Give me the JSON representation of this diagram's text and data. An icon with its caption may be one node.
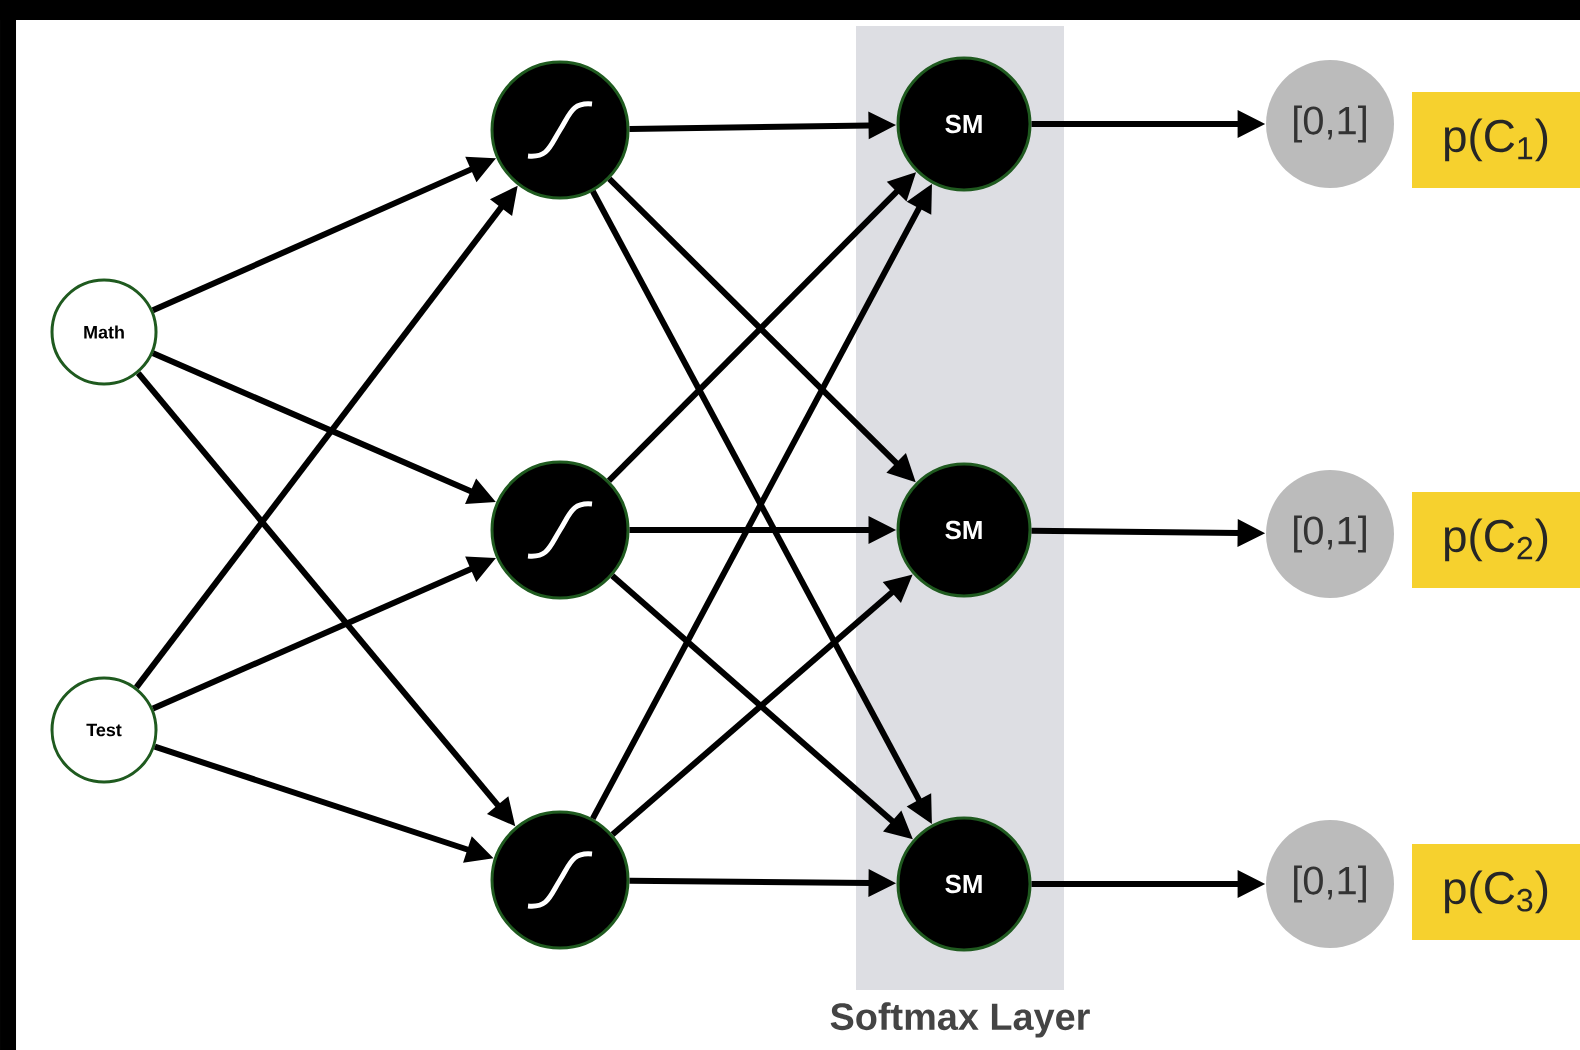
{
  "diagram": {
    "nodes": [
      {
        "text": [
          "Math"
        ]
      },
      {
        "text": [
          "Test"
        ]
      },
      {
        "text": [],
        "shape": "circle"
      },
      {
        "text": [],
        "shape": "circle"
      },
      {
        "text": [],
        "shape": "circle"
      },
      {
        "text": [
          "Softmax Layer"
        ]
      },
      {
        "text": [
          "SM"
        ],
        "in": 5
      },
      {
        "text": [
          "SM"
        ],
        "in": 5
      },
      {
        "text": [
          "SM"
        ],
        "in": 5
      },
      {
        "text": [
          "[0,1]"
        ]
      },
      {
        "text": [
          "[0,1]"
        ]
      },
      {
        "text": [
          "[0,1]"
        ]
      },
      {
        "text": [
          "p(C$_{1}$)"
        ]
      },
      {
        "text": [
          "p(C$_{2}$)"
        ]
      },
      {
        "text": [
          "p(C$_{3}$)"
        ]
      }
    ],
    "edges": [
      {
        "from": 0,
        "to": 2,
        "arrow": "to"
      },
      {
        "from": 0,
        "to": 3,
        "arrow": "to"
      },
      {
        "from": 0,
        "to": 4,
        "arrow": "to"
      },
      {
        "from": 1,
        "to": 2,
        "arrow": "to"
      },
      {
        "from": 1,
        "to": 3,
        "arrow": "to"
      },
      {
        "from": 1,
        "to": 4,
        "arrow": "to"
      },
      {
        "from": 2,
        "to": 6,
        "arrow": "to"
      },
      {
        "from": 2,
        "to": 7,
        "arrow": "to"
      },
      {
        "from": 2,
        "to": 8,
        "arrow": "to"
      },
      {
        "from": 3,
        "to": 6,
        "arrow": "to"
      },
      {
        "from": 3,
        "to": 7,
        "arrow": "to"
      },
      {
        "from": 3,
        "to": 8,
        "arrow": "to"
      },
      {
        "from": 4,
        "to": 6,
        "arrow": "to"
      },
      {
        "from": 4,
        "to": 7,
        "arrow": "to"
      },
      {
        "from": 4,
        "to": 8,
        "arrow": "to"
      },
      {
        "from": 6,
        "to": 9,
        "arrow": "to"
      },
      {
        "from": 7,
        "to": 10,
        "arrow": "to"
      },
      {
        "from": 8,
        "to": 11,
        "arrow": "to"
      }
    ]
  }
}
